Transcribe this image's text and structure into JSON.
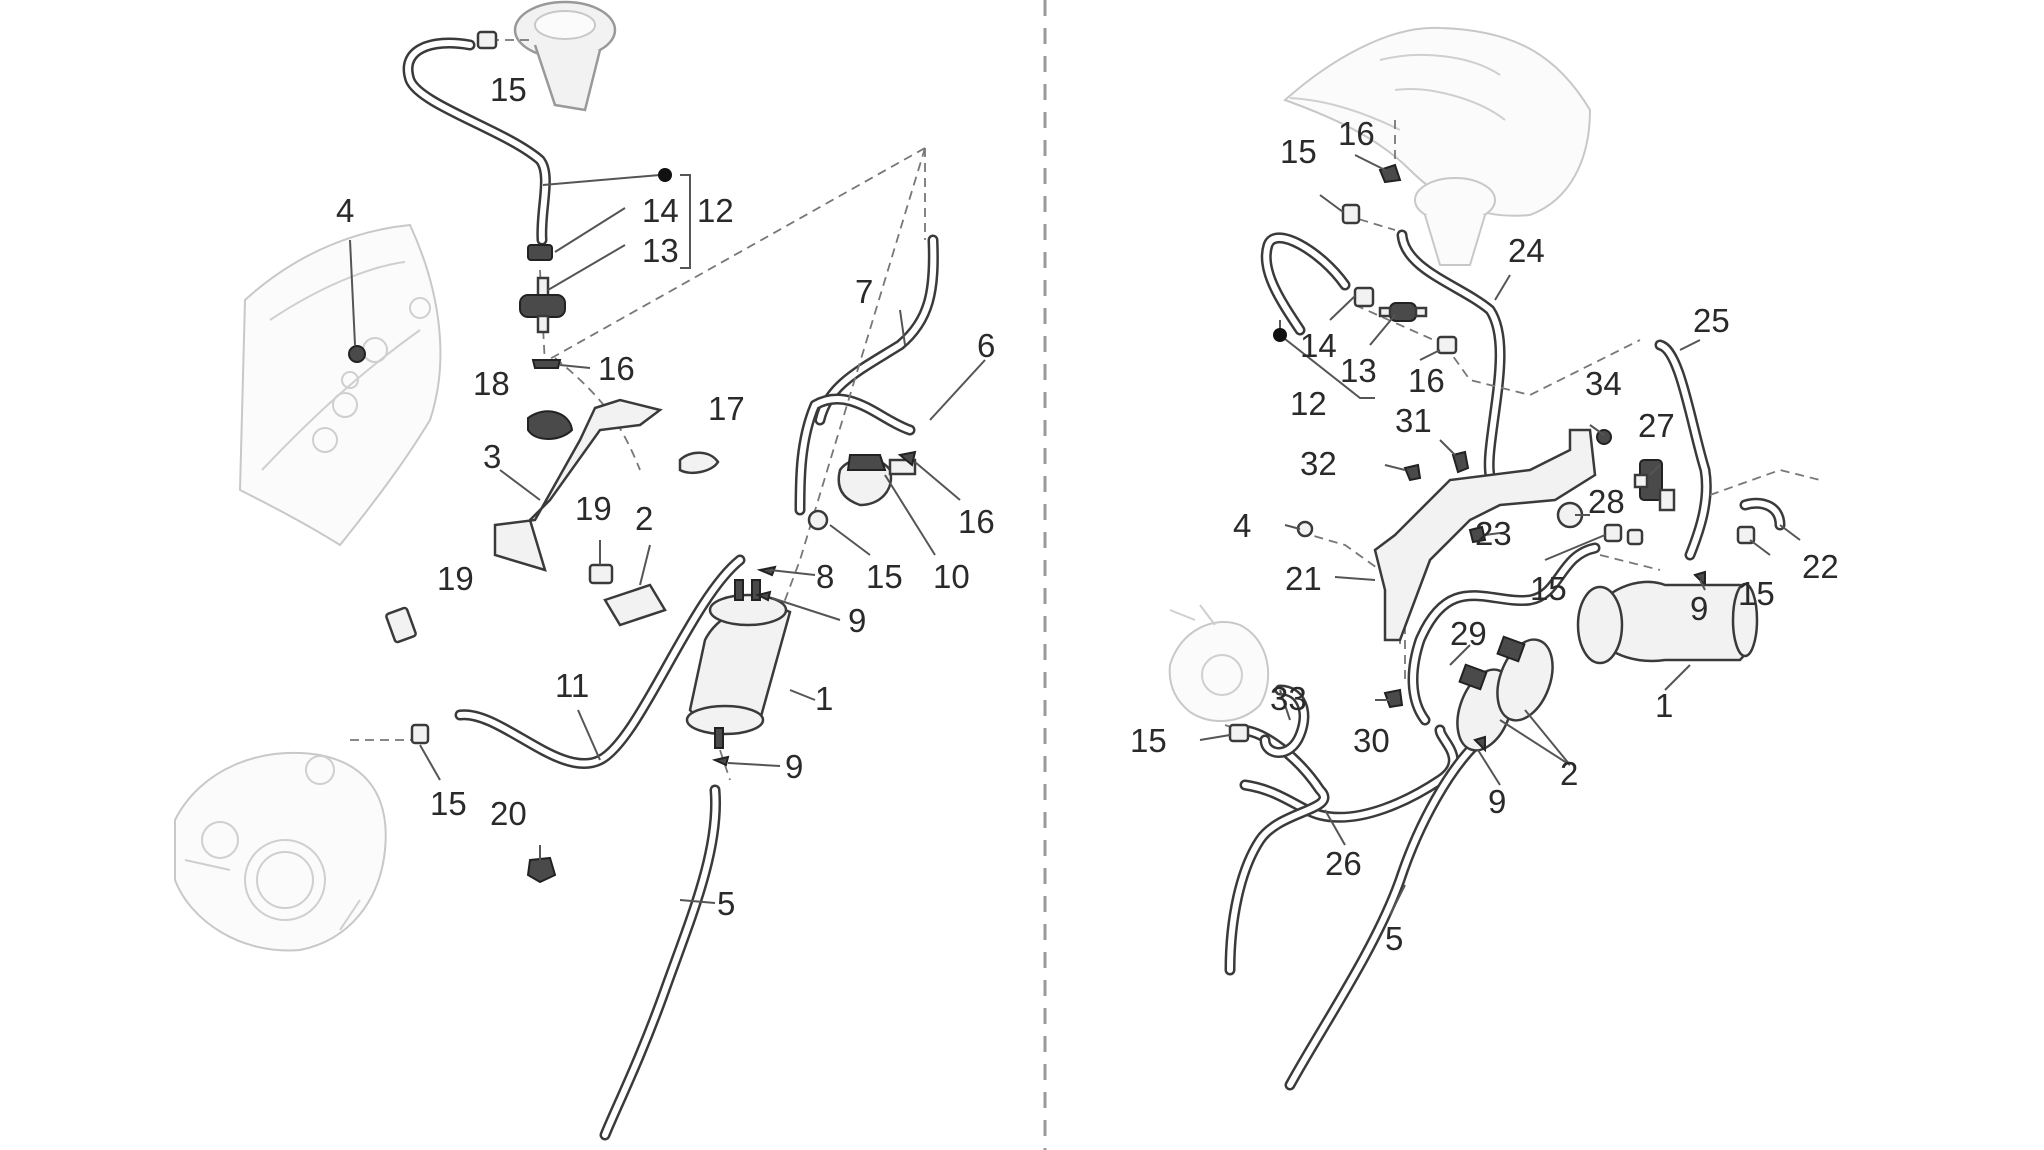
{
  "left_panel": {
    "labels": [
      {
        "id": "l15a",
        "text": "15"
      },
      {
        "id": "l12",
        "text": "12"
      },
      {
        "id": "l14",
        "text": "14"
      },
      {
        "id": "l13",
        "text": "13"
      },
      {
        "id": "l4",
        "text": "4"
      },
      {
        "id": "l16a",
        "text": "16"
      },
      {
        "id": "l18",
        "text": "18"
      },
      {
        "id": "l3",
        "text": "3"
      },
      {
        "id": "l17",
        "text": "17"
      },
      {
        "id": "l7",
        "text": "7"
      },
      {
        "id": "l6",
        "text": "6"
      },
      {
        "id": "l16b",
        "text": "16"
      },
      {
        "id": "l19a",
        "text": "19"
      },
      {
        "id": "l2",
        "text": "2"
      },
      {
        "id": "l19b",
        "text": "19"
      },
      {
        "id": "l8",
        "text": "8"
      },
      {
        "id": "l15b",
        "text": "15"
      },
      {
        "id": "l10",
        "text": "10"
      },
      {
        "id": "l9a",
        "text": "9"
      },
      {
        "id": "l11",
        "text": "11"
      },
      {
        "id": "l1",
        "text": "1"
      },
      {
        "id": "l15c",
        "text": "15"
      },
      {
        "id": "l20",
        "text": "20"
      },
      {
        "id": "l9b",
        "text": "9"
      },
      {
        "id": "l5",
        "text": "5"
      }
    ]
  },
  "right_panel": {
    "labels": [
      {
        "id": "r16a",
        "text": "16"
      },
      {
        "id": "r15a",
        "text": "15"
      },
      {
        "id": "r24",
        "text": "24"
      },
      {
        "id": "r14",
        "text": "14"
      },
      {
        "id": "r13",
        "text": "13"
      },
      {
        "id": "r16b",
        "text": "16"
      },
      {
        "id": "r25",
        "text": "25"
      },
      {
        "id": "r12",
        "text": "12"
      },
      {
        "id": "r34",
        "text": "34"
      },
      {
        "id": "r31",
        "text": "31"
      },
      {
        "id": "r27",
        "text": "27"
      },
      {
        "id": "r32",
        "text": "32"
      },
      {
        "id": "r28",
        "text": "28"
      },
      {
        "id": "r4",
        "text": "4"
      },
      {
        "id": "r23",
        "text": "23"
      },
      {
        "id": "r22",
        "text": "22"
      },
      {
        "id": "r21",
        "text": "21"
      },
      {
        "id": "r15b",
        "text": "15"
      },
      {
        "id": "r15c",
        "text": "15"
      },
      {
        "id": "r9a",
        "text": "9"
      },
      {
        "id": "r29",
        "text": "29"
      },
      {
        "id": "r1",
        "text": "1"
      },
      {
        "id": "r33",
        "text": "33"
      },
      {
        "id": "r15d",
        "text": "15"
      },
      {
        "id": "r30",
        "text": "30"
      },
      {
        "id": "r2",
        "text": "2"
      },
      {
        "id": "r9b",
        "text": "9"
      },
      {
        "id": "r26",
        "text": "26"
      },
      {
        "id": "r5",
        "text": "5"
      }
    ]
  }
}
